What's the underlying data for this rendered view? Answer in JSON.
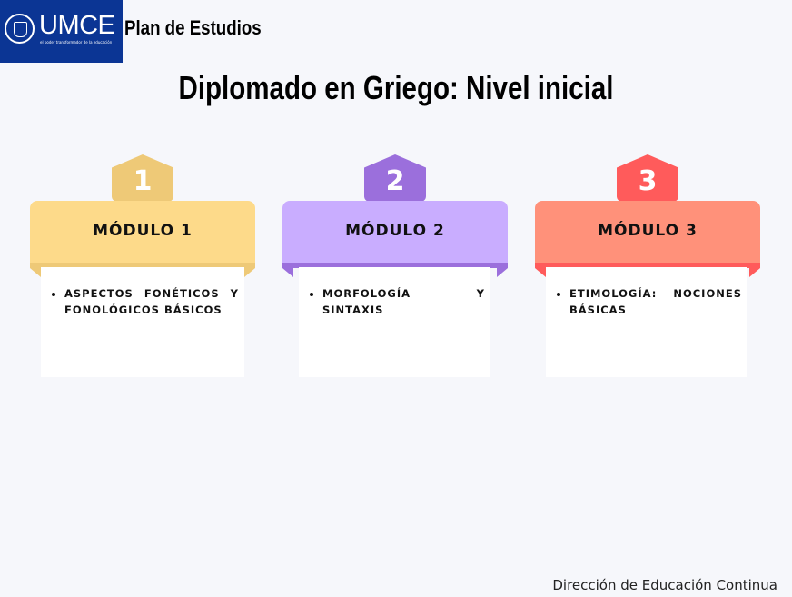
{
  "header": {
    "logo_text": "UMCE",
    "logo_tagline": "el poder transformador de la educación",
    "section": "Plan de Estudios"
  },
  "title": "Diplomado en Griego: Nivel inicial",
  "modules": [
    {
      "number": "1",
      "label": "MÓDULO 1",
      "items": [
        "ASPECTOS FONÉTICOS Y FONOLÓGICOS BÁSICOS"
      ],
      "colors": {
        "header": "#fdda8a",
        "tab": "#eec977"
      }
    },
    {
      "number": "2",
      "label": "MÓDULO 2",
      "items": [
        "MORFOLOGÍA Y SINTAXIS"
      ],
      "colors": {
        "header": "#c9adff",
        "tab": "#9b6fdc"
      }
    },
    {
      "number": "3",
      "label": "MÓDULO 3",
      "items": [
        "ETIMOLOGÍA: NOCIONES BÁSICAS"
      ],
      "colors": {
        "header": "#ff917a",
        "tab": "#ff5b5b"
      }
    }
  ],
  "footer": "Dirección de Educación Continua"
}
